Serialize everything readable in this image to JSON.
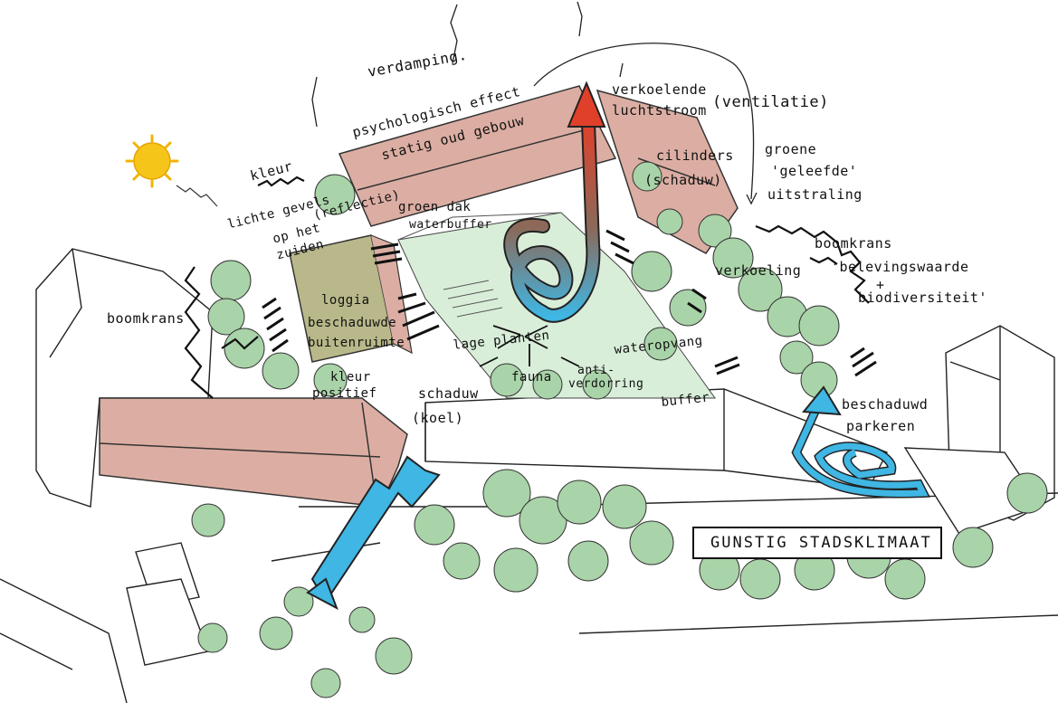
{
  "title": "GUNSTIG STADSKLIMAAT",
  "colors": {
    "building": "#dcaea3",
    "green_roof": "#b9b88a",
    "tree": "#a9d3a8",
    "courtyard": "#d9eed9",
    "sun": "#f6c519",
    "warm_arrow": "#e0402a",
    "cool_arrow": "#3fb6e3",
    "ink": "#111111"
  },
  "labels": {
    "verdamping": "verdamping.",
    "psychologisch_1": "psychologisch effect",
    "psychologisch_2": "statig oud gebouw",
    "verkoelende_1": "verkoelende",
    "verkoelende_2": "luchtstroom",
    "ventilatie": "(ventilatie)",
    "groene_1": "groene",
    "groene_2": "'geleefde'",
    "groene_3": "uitstraling",
    "kleur_top": "kleur",
    "lichte_1": "lichte gevels",
    "lichte_2": "op het",
    "lichte_3": "zuiden",
    "reflectie": "(reflectie)",
    "groen_dak_1": "groen dak",
    "groen_dak_2": "waterbuffer",
    "cilinders_1": "cilinders",
    "cilinders_2": "(schaduw)",
    "boomkrans_right_1": "boomkrans",
    "boomkrans_right_2": "'belevingswaarde",
    "boomkrans_right_3": "+",
    "boomkrans_right_4": "biodiversiteit'",
    "verkoeling": "verkoeling",
    "boomkrans_left": "boomkrans",
    "loggia_1": "loggia",
    "loggia_2": "beschaduwde",
    "loggia_3": "buitenruimte",
    "lage_planten": "lage planten",
    "waterovervang": "wateropvang",
    "fauna": "fauna",
    "anti_1": "anti-",
    "anti_2": "verdorring",
    "buffer": "buffer",
    "kleur_bottom_1": "kleur",
    "kleur_bottom_2": "positief",
    "schaduw_1": "schaduw",
    "schaduw_2": "(koel)",
    "beschaduwd_1": "beschaduwd",
    "beschaduwd_2": "parkeren"
  }
}
